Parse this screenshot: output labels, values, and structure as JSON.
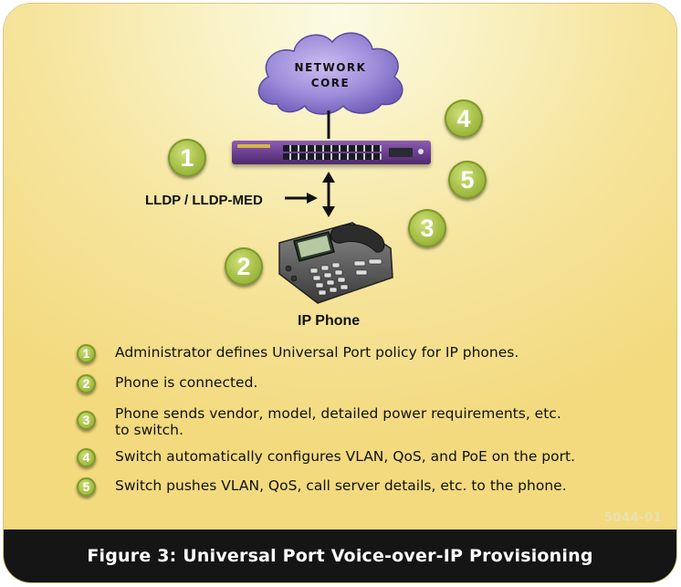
{
  "diagram": {
    "cloud_label": "NETWORK\nCORE",
    "lldp_label": "LLDP / LLDP-MED",
    "phone_label": "IP Phone",
    "figure_id": "5044-01",
    "caption": "Figure 3: Universal Port Voice-over-IP Provisioning",
    "colors": {
      "badge_green": "#a9c24a",
      "switch_purple": "#6a3e8e",
      "cloud_purple": "#8f7bd0",
      "caption_bar": "#151515",
      "background": "#f6e59e"
    }
  },
  "steps": [
    {
      "number": "1",
      "text": "Administrator defines Universal Port policy for IP phones."
    },
    {
      "number": "2",
      "text": "Phone is connected."
    },
    {
      "number": "3",
      "text": "Phone sends vendor, model, detailed power requirements, etc.\nto switch."
    },
    {
      "number": "4",
      "text": "Switch automatically configures VLAN, QoS, and PoE on the port."
    },
    {
      "number": "5",
      "text": "Switch pushes VLAN, QoS, call server details, etc. to the phone."
    }
  ]
}
